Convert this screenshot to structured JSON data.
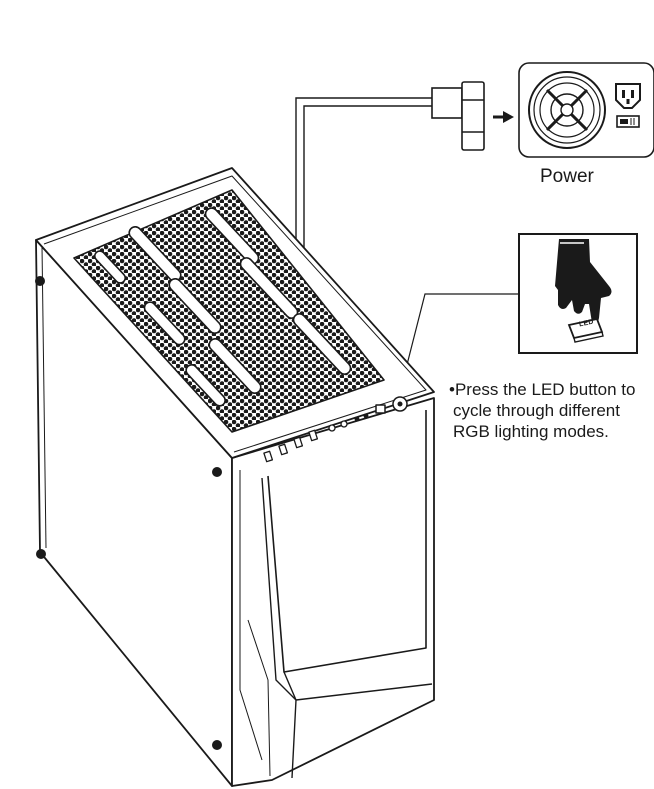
{
  "power_panel": {
    "label": "Power"
  },
  "led_button": {
    "text": "LED"
  },
  "instruction": {
    "bullet": "•",
    "lines": [
      "Press the LED button to",
      "cycle through different",
      "RGB lighting modes."
    ]
  },
  "colors": {
    "line": "#1a1a1a",
    "background": "#ffffff"
  }
}
